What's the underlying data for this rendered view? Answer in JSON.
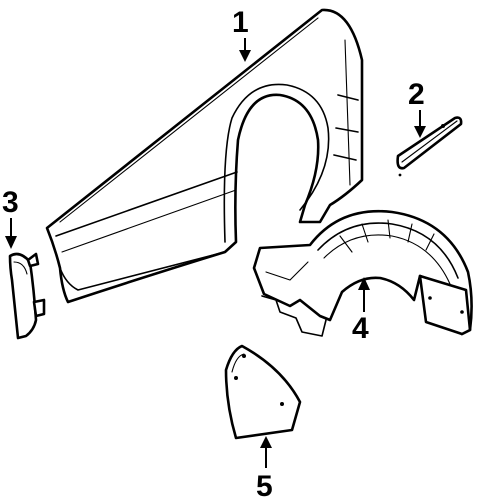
{
  "callouts": {
    "fender": "1",
    "molding": "2",
    "front_extension": "3",
    "fender_liner": "4",
    "splash_shield": "5"
  }
}
